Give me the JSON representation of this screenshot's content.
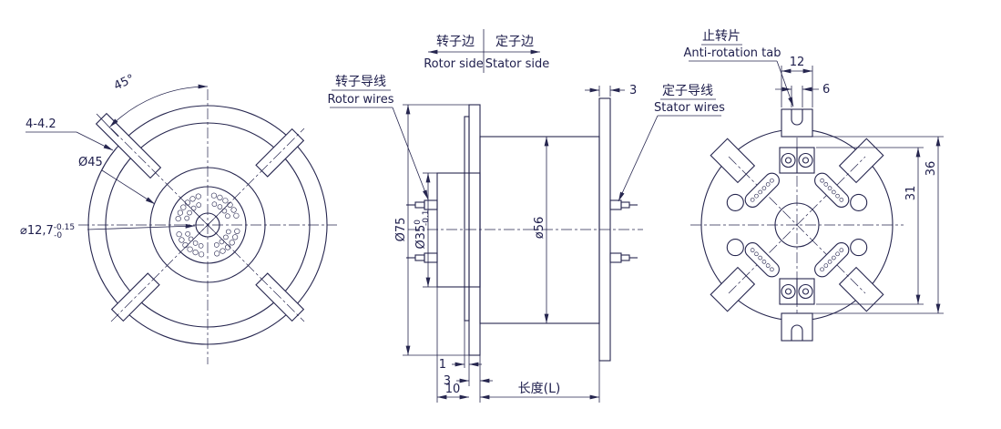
{
  "drawing_colors": {
    "line": "#26264f",
    "background": "#ffffff"
  },
  "views": {
    "front": {
      "angle_dim": "45°",
      "holes_callout": "4-4.2",
      "outer_ring_dia": "Ø45",
      "center_bore_dia": "⌀12,7",
      "center_bore_tol_upper": "-0.15",
      "center_bore_tol_lower": "-0"
    },
    "side": {
      "rotor_side_cn": "转子边",
      "rotor_side_en": "Rotor side",
      "stator_side_cn": "定子边",
      "stator_side_en": "Stator  side",
      "rotor_wires_cn": "转子导线",
      "rotor_wires_en": "Rotor wires",
      "stator_wires_cn": "定子导线",
      "stator_wires_en": "Stator wires",
      "stator_plate_thickness": "3",
      "flange_dia": "Ø75",
      "hub_dia": "Ø35",
      "hub_tol_upper": "0",
      "hub_tol_lower": "-0.1",
      "body_dia": "ø56",
      "dim_plate_1": "1",
      "dim_flange_3": "3",
      "dim_hub_10": "10",
      "dim_length": "长度(L)"
    },
    "rear": {
      "tab_label_cn": "止转片",
      "tab_label_en": "Anti-rotation tab",
      "dim_tab_width": "12",
      "dim_notch_width": "6",
      "dim_outer_span": "36",
      "dim_inner_span": "31"
    }
  }
}
